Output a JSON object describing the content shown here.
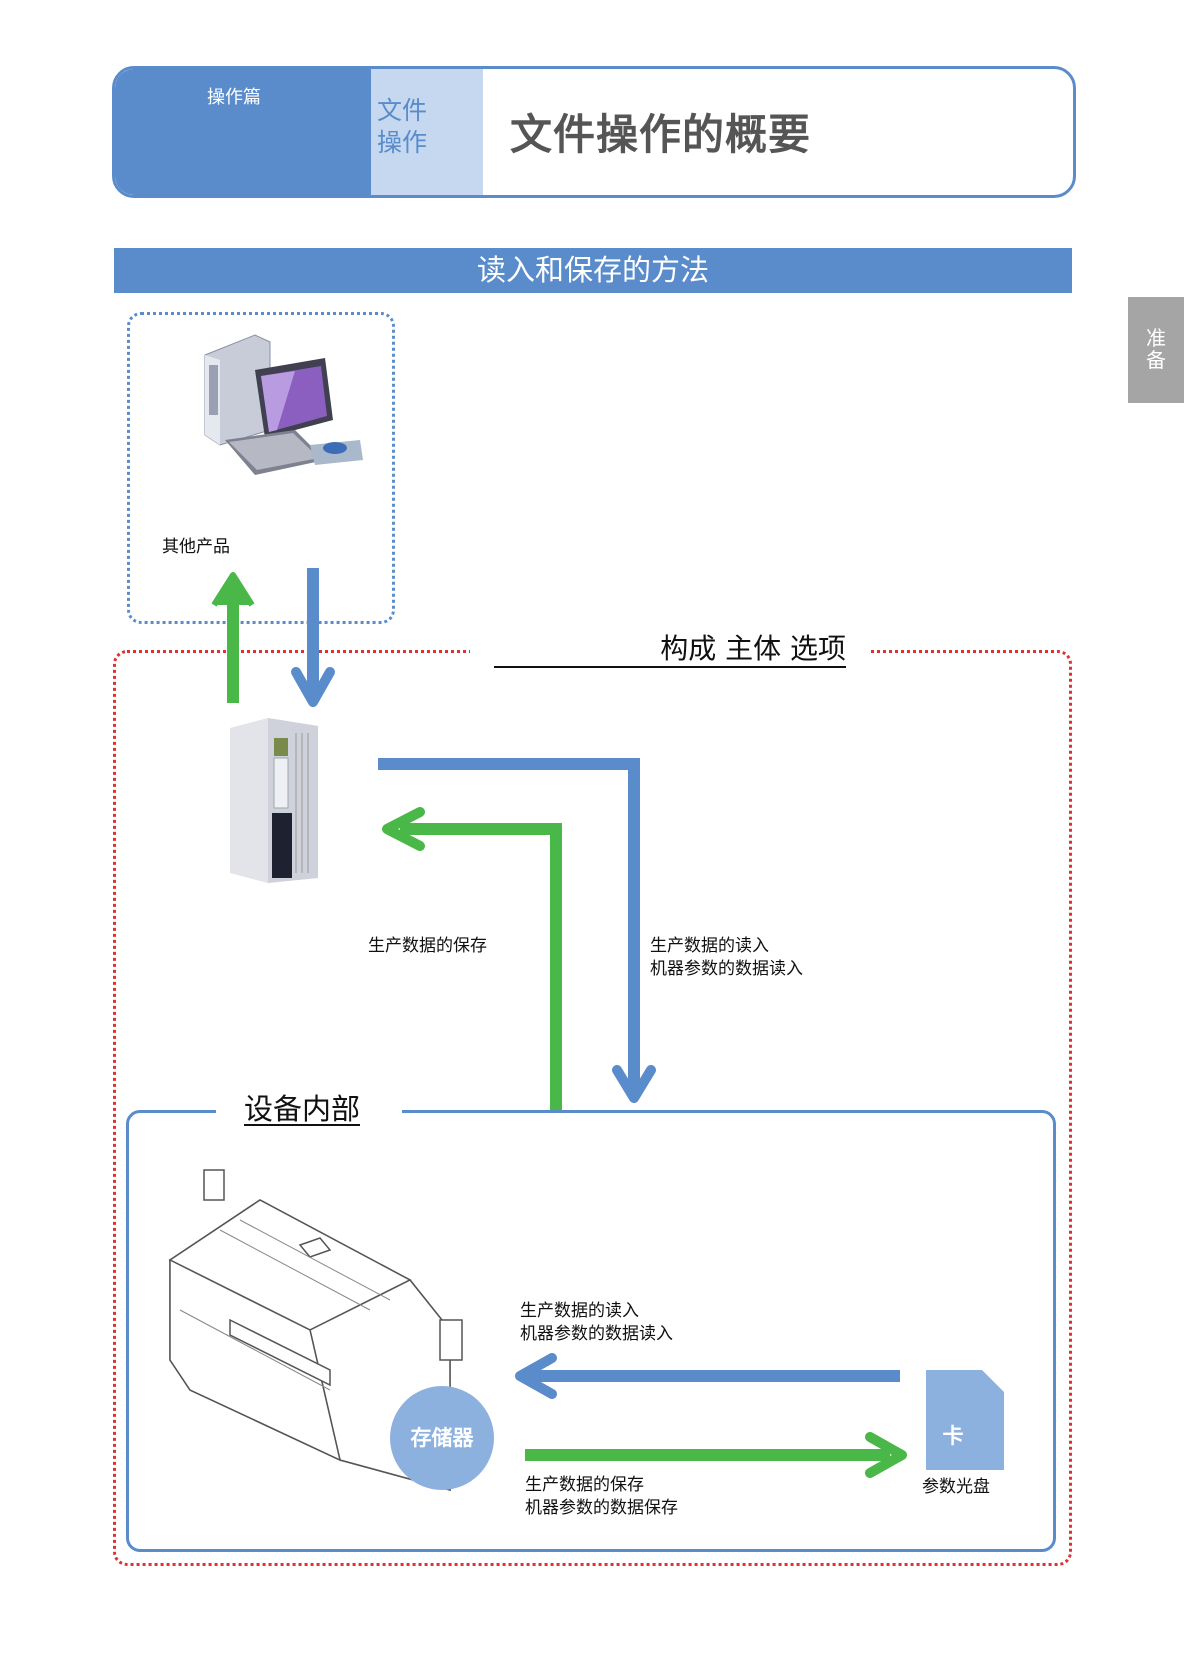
{
  "header": {
    "section": "操作篇",
    "category_line1": "文件",
    "category_line2": "操作",
    "title": "文件操作的概要"
  },
  "section_band": "读入和保存的方法",
  "side_tab": {
    "line1": "准",
    "line2": "备"
  },
  "other_products": {
    "label": "其他产品",
    "icon": "desktop-computer-icon"
  },
  "option_group": {
    "label": "构成 主体  选项",
    "icon": "server-tower-icon"
  },
  "host_flows": {
    "save_label": "生产数据的保存",
    "read_line1": "生产数据的读入",
    "read_line2": "机器参数的数据读入"
  },
  "device_interior": {
    "label": "设备内部",
    "machine_icon": "placement-machine-icon",
    "storage_label": "存储器",
    "read_line1": "生产数据的读入",
    "read_line2": "机器参数的数据读入",
    "save_line1": "生产数据的保存",
    "save_line2": "机器参数的数据保存",
    "card_glyph": "卡",
    "card_caption": "参数光盘"
  },
  "colors": {
    "blue": "#5a8ccb",
    "light_blue": "#c5d8f0",
    "green": "#4ab848",
    "red_dotted": "#e03030",
    "gray_tab": "#a5a5a5"
  }
}
